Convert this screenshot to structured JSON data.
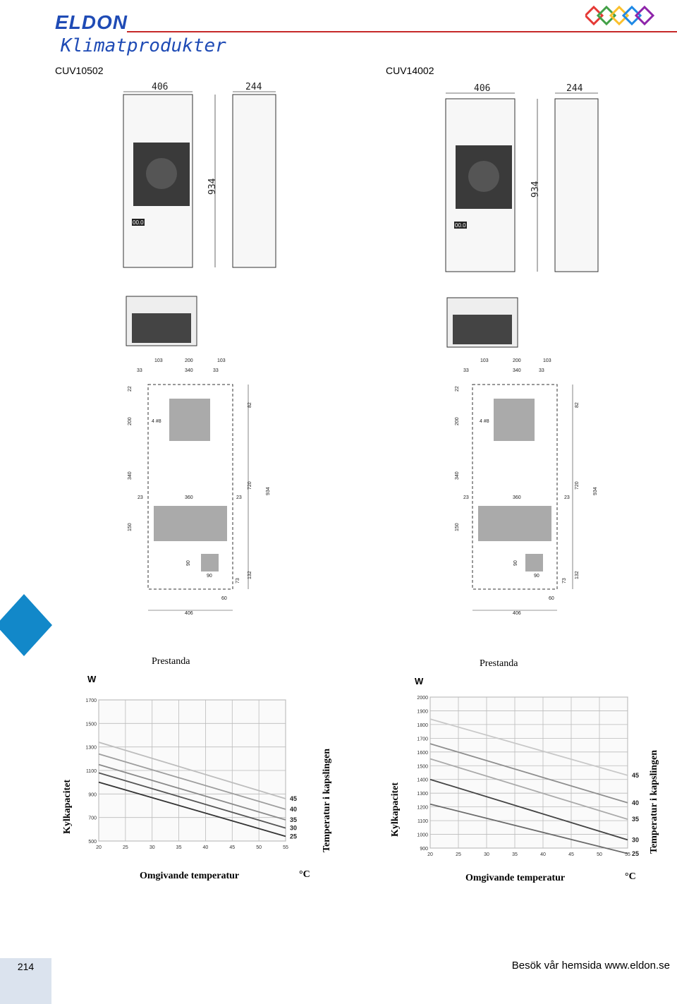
{
  "header": {
    "brand": "ELDON",
    "title": "Klimatprodukter"
  },
  "models": [
    {
      "name": "CUV10502",
      "front_width": "406",
      "side_depth": "244",
      "height": "934",
      "display": "00.0",
      "mounting": {
        "top_dims": [
          "103",
          "200",
          "103"
        ],
        "row2": [
          "33",
          "340",
          "33"
        ],
        "left_dims": [
          "22",
          "200",
          "340",
          "150"
        ],
        "right_dims": [
          "82",
          "720",
          "934"
        ],
        "mid": [
          "23",
          "360",
          "23"
        ],
        "holes": "4 #8",
        "small_cut": [
          "90",
          "90"
        ],
        "bottom_right": [
          "73",
          "132"
        ],
        "bottom": [
          "60",
          "406"
        ]
      },
      "chart": {
        "title": "Prestanda",
        "unit_y": "W",
        "ylabel": "Kylkapacitet",
        "xlabel": "Omgivande temperatur",
        "unit_x": "°C",
        "right_label": "Temperatur i kapslingen"
      }
    },
    {
      "name": "CUV14002",
      "front_width": "406",
      "side_depth": "244",
      "height": "934",
      "display": "00.0",
      "mounting": {
        "top_dims": [
          "103",
          "200",
          "103"
        ],
        "row2": [
          "33",
          "340",
          "33"
        ],
        "left_dims": [
          "22",
          "200",
          "340",
          "150"
        ],
        "right_dims": [
          "82",
          "720",
          "934"
        ],
        "mid": [
          "23",
          "360",
          "23"
        ],
        "holes": "4 #8",
        "small_cut": [
          "90",
          "90"
        ],
        "bottom_right": [
          "73",
          "132"
        ],
        "bottom": [
          "60",
          "406"
        ]
      },
      "chart": {
        "title": "Prestanda",
        "unit_y": "W",
        "ylabel": "Kylkapacitet",
        "xlabel": "Omgivande temperatur",
        "unit_x": "°C",
        "right_label": "Temperatur i kapslingen"
      }
    }
  ],
  "chart_data": [
    {
      "type": "line",
      "title": "Prestanda",
      "xlabel": "Omgivande temperatur",
      "ylabel": "Kylkapacitet",
      "x_ticks": [
        "20",
        "25",
        "30",
        "35",
        "40",
        "45",
        "50",
        "55"
      ],
      "y_ticks": [
        "500",
        "700",
        "900",
        "1100",
        "1300",
        "1500",
        "1700"
      ],
      "xlim": [
        20,
        55
      ],
      "ylim": [
        500,
        1700
      ],
      "series": [
        {
          "name": "45",
          "x": [
            20,
            55
          ],
          "y": [
            1340,
            860
          ],
          "color": "#bdbdbd"
        },
        {
          "name": "40",
          "x": [
            20,
            55
          ],
          "y": [
            1240,
            770
          ],
          "color": "#9e9e9e"
        },
        {
          "name": "35",
          "x": [
            20,
            55
          ],
          "y": [
            1150,
            680
          ],
          "color": "#8a8a8a"
        },
        {
          "name": "30",
          "x": [
            20,
            55
          ],
          "y": [
            1080,
            610
          ],
          "color": "#555555"
        },
        {
          "name": "25",
          "x": [
            20,
            55
          ],
          "y": [
            1000,
            540
          ],
          "color": "#333333"
        }
      ]
    },
    {
      "type": "line",
      "title": "Prestanda",
      "xlabel": "Omgivande temperatur",
      "ylabel": "Kylkapacitet",
      "x_ticks": [
        "20",
        "25",
        "30",
        "35",
        "40",
        "45",
        "50",
        "55"
      ],
      "y_ticks": [
        "900",
        "1000",
        "1100",
        "1200",
        "1300",
        "1400",
        "1500",
        "1600",
        "1700",
        "1800",
        "1900",
        "2000"
      ],
      "xlim": [
        20,
        55
      ],
      "ylim": [
        900,
        2000
      ],
      "series": [
        {
          "name": "45",
          "x": [
            20,
            55
          ],
          "y": [
            1840,
            1430
          ],
          "color": "#c8c8c8"
        },
        {
          "name": "40",
          "x": [
            20,
            55
          ],
          "y": [
            1660,
            1230
          ],
          "color": "#8e8e8e"
        },
        {
          "name": "35",
          "x": [
            20,
            55
          ],
          "y": [
            1550,
            1110
          ],
          "color": "#aaaaaa"
        },
        {
          "name": "30",
          "x": [
            20,
            55
          ],
          "y": [
            1400,
            960
          ],
          "color": "#444444"
        },
        {
          "name": "25",
          "x": [
            20,
            55
          ],
          "y": [
            1220,
            860
          ],
          "color": "#6a6a6a"
        }
      ]
    }
  ],
  "footer": {
    "page_number": "214",
    "website": "Besök vår hemsida www.eldon.se"
  },
  "colors": {
    "brand_blue": "#1f4bb5",
    "accent_red": "#c62828",
    "diamond_blue": "#1288c9"
  }
}
